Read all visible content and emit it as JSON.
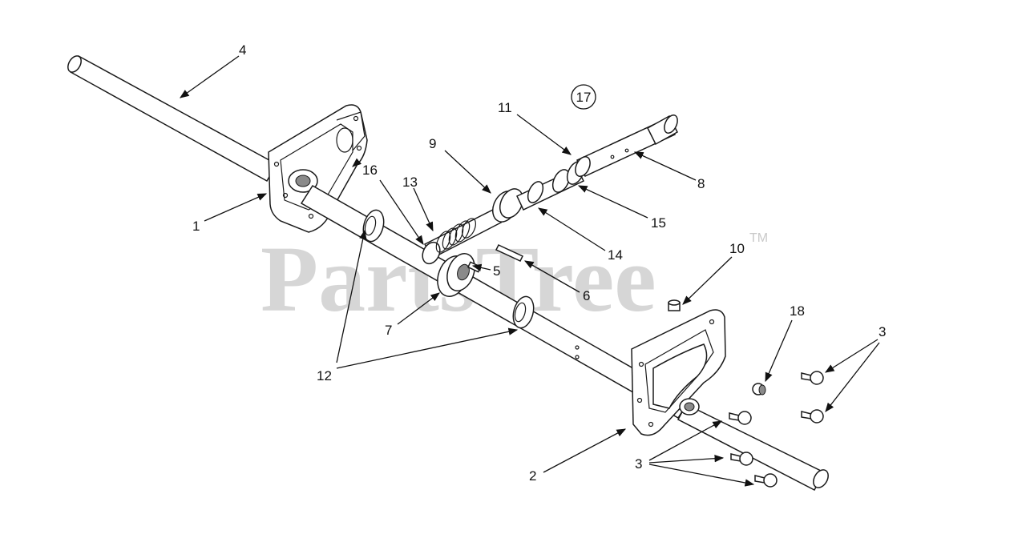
{
  "watermark": {
    "text": "PartsTree",
    "trademark": "TM"
  },
  "callouts": {
    "c1": "1",
    "c2": "2",
    "c3a": "3",
    "c3b": "3",
    "c4": "4",
    "c5": "5",
    "c6": "6",
    "c7": "7",
    "c8": "8",
    "c9": "9",
    "c10": "10",
    "c11": "11",
    "c12": "12",
    "c13": "13",
    "c14": "14",
    "c15": "15",
    "c16": "16",
    "c17": "17",
    "c18": "18"
  }
}
